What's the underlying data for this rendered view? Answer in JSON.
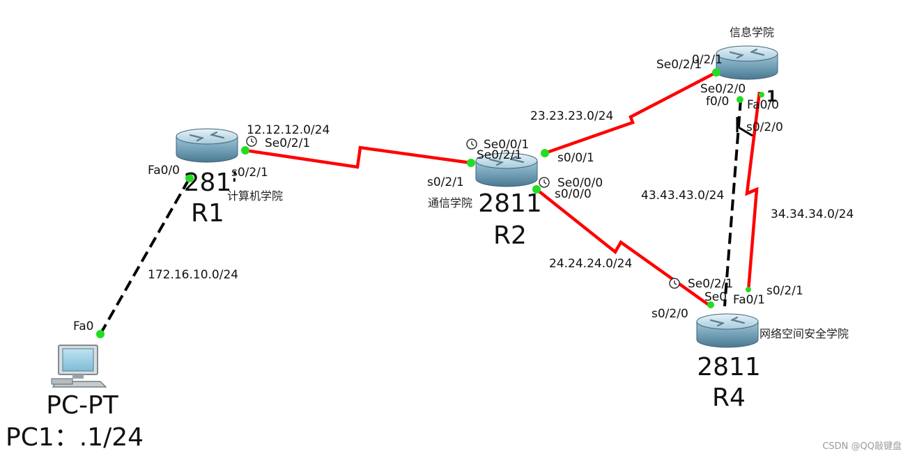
{
  "colors": {
    "serial_link": "#ff0000",
    "ethernet_link": "#000000",
    "port_up": "#22dd22"
  },
  "devices": {
    "r1": {
      "model_label": "281",
      "name_label": "R1",
      "school": "计算机学院",
      "icon": "router-icon"
    },
    "r2": {
      "model_label": "2811",
      "name_label": "R2",
      "school": "通信学院",
      "icon": "router-icon"
    },
    "r3": {
      "school": "信息学院",
      "icon": "router-icon"
    },
    "r4": {
      "model_label": "2811",
      "name_label": "R4",
      "school": "网络空间安全学院",
      "icon": "router-icon"
    },
    "pc1": {
      "model_label": "PC-PT",
      "name_label": "PC1：.1/24",
      "icon": "pc-icon"
    }
  },
  "networks": {
    "r1_r2": "12.12.12.0/24",
    "r2_r3": "23.23.23.0/24",
    "r2_r4": "24.24.24.0/24",
    "r3_r4_serial": "34.34.34.0/24",
    "r3_r4_ethernet": "43.43.43.0/24",
    "pc1_r1": "172.16.10.0/24"
  },
  "ports": {
    "r1_se021": "Se0/2/1",
    "r1_s021": "s0/2/1",
    "r1_fa00": "Fa0/0",
    "r2_se001": "Se0/0/1",
    "r2_se021_overlap": "Se0/2/1",
    "r2_s001": "s0/0/1",
    "r2_s021": "s0/2/1",
    "r2_se000": "Se0/0/0",
    "r2_s000": "s0/0/0",
    "r3_se021": "Se0/2/1",
    "r3_se021_ghost": "0/2/1",
    "r3_se020": "Se0/2/0",
    "r3_f00": "f0/0",
    "r3_fa00": "Fa0/0",
    "r3_s020": "s0/2/0",
    "r3_overlap_1": "1",
    "r4_se021": "Se0/2/1",
    "r4_s021": "s0/2/1",
    "r4_fa01": "Fa0/1",
    "r4_s020": "s0/2/0",
    "r4_se0_partial": "Se0",
    "pc1_fa0": "Fa0"
  },
  "watermark": "CSDN @QQ敲键盘"
}
